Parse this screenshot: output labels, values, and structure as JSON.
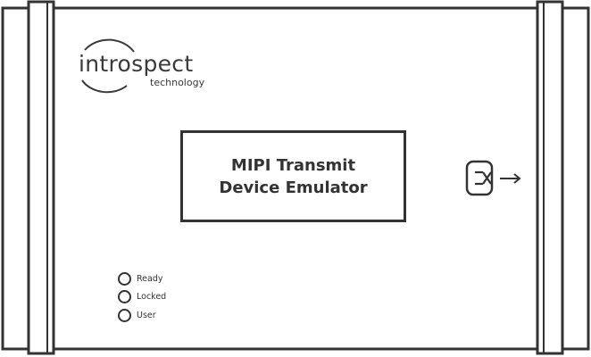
{
  "logo": {
    "brand": "introspect",
    "sub": "technology"
  },
  "product": {
    "line1": "MIPI Transmit",
    "line2": "Device Emulator"
  },
  "leds": [
    {
      "label": "Ready"
    },
    {
      "label": "Locked"
    },
    {
      "label": "User"
    }
  ],
  "colors": {
    "outline": "#333333",
    "background": "#ffffff"
  },
  "icons": {
    "port": "mipi-tx-port-icon",
    "arrow": "arrow-right-icon"
  }
}
